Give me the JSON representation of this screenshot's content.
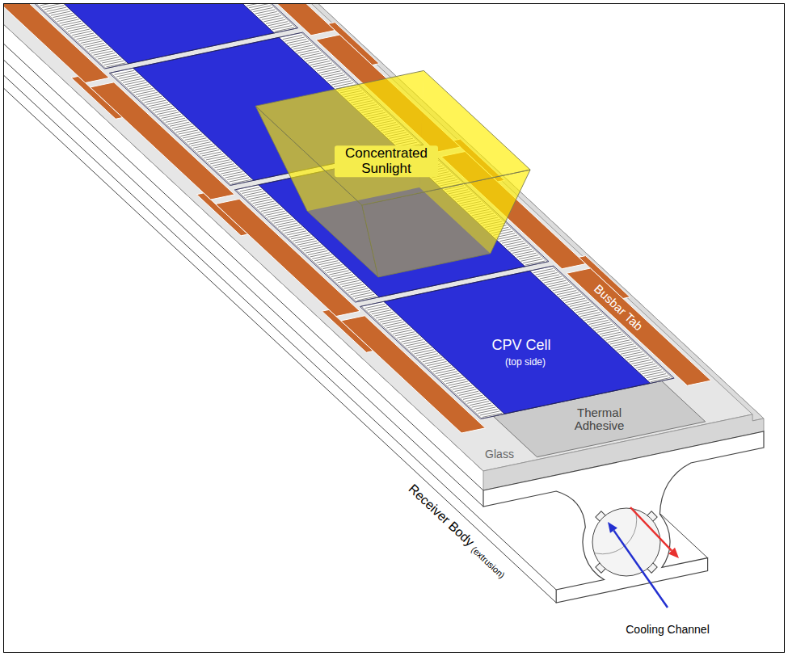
{
  "diagram": {
    "labels": [
      "Concentrated Sunlight",
      "Busbar Tab",
      "CPV Cell",
      "(top side)",
      "Thermal Adhesive",
      "Glass",
      "Receiver Body",
      "(extrusion)",
      "Cooling Channel"
    ]
  }
}
